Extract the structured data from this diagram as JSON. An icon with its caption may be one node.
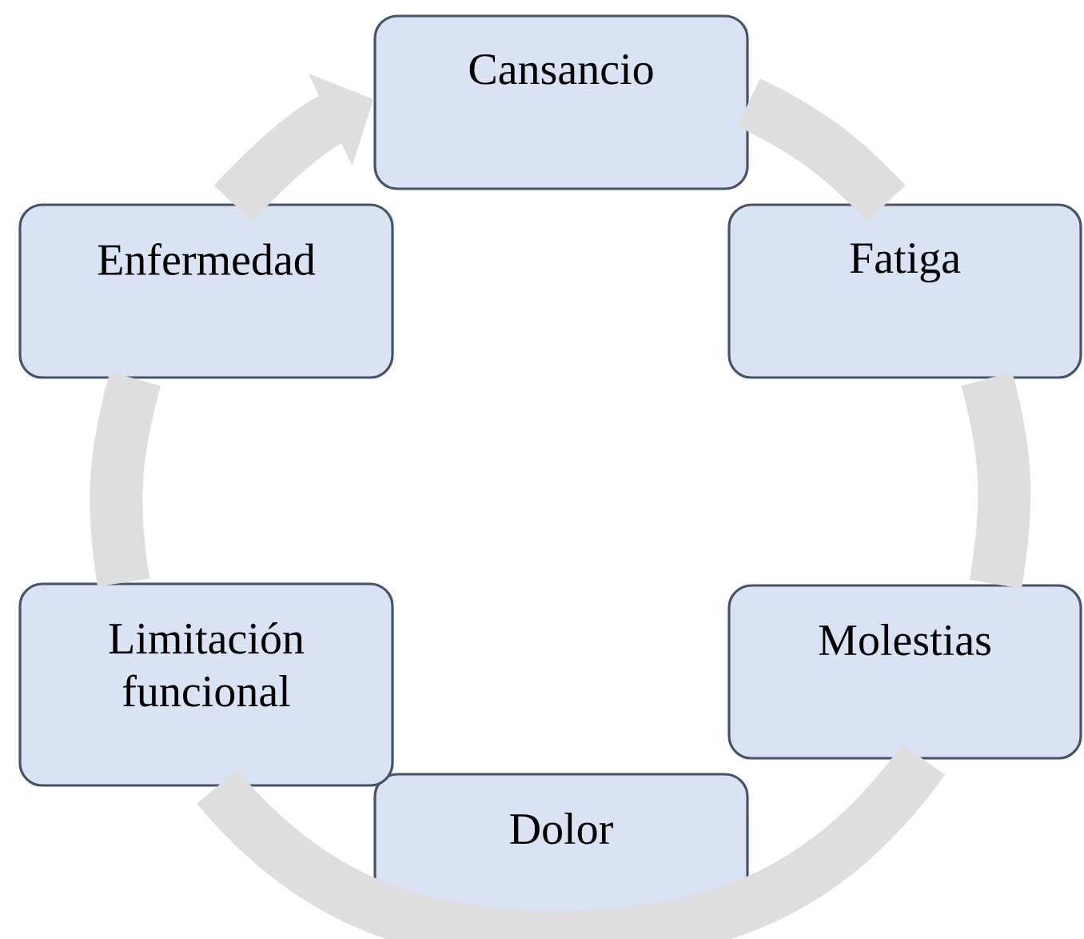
{
  "diagram": {
    "nodes": [
      {
        "text": [
          "Cansancio"
        ]
      },
      {
        "text": [
          "Fatiga"
        ]
      },
      {
        "text": [
          "Molestias"
        ]
      },
      {
        "text": [
          "Dolor"
        ]
      },
      {
        "text": [
          "Limitación funcional"
        ]
      },
      {
        "text": [
          "Enfermedad"
        ]
      }
    ],
    "edges": [
      {
        "from": 0,
        "to": 1,
        "arrow": "none"
      },
      {
        "from": 1,
        "to": 2,
        "arrow": "none"
      },
      {
        "from": 2,
        "to": 3,
        "arrow": "none"
      },
      {
        "from": 3,
        "to": 4,
        "arrow": "none"
      },
      {
        "from": 4,
        "to": 5,
        "arrow": "none"
      },
      {
        "from": 5,
        "to": 0,
        "arrow": "to"
      }
    ]
  }
}
